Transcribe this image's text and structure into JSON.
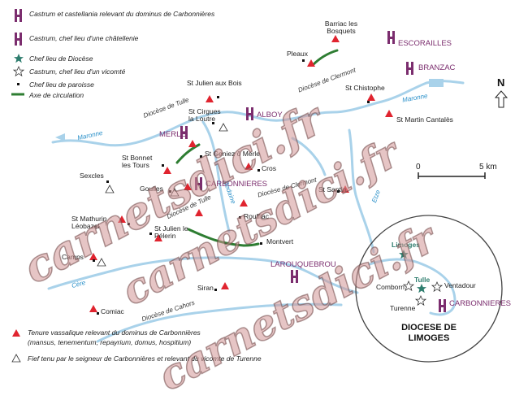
{
  "legend": {
    "castrum_castellania": "Castrum et castellania relevant du dominus de Carbonnières",
    "castrum_chatellenie": "Castrum, chef lieu d'une châtellenie",
    "chef_lieu_diocese": "Chef lieu de Diocèse",
    "castrum_vicomte": "Castrum, chef lieu d'un vicomté",
    "chef_lieu_paroisse": "Chef lieu de paroisse",
    "axe_circulation": "Axe de circulation",
    "tenure_line1": "Tenure vassalique relevant du dominus de Carbonnières",
    "tenure_line2": "(mansus, tenementum, repayrium, domus, hospitium)",
    "fief": "Fief tenu par le seigneur de Carbonnières et relevant du vicomte de Turenne"
  },
  "places": {
    "barriac": "Barriac les Bosquets",
    "pleaux": "Pleaux",
    "st_julien_bois": "St Julien aux Bois",
    "st_chistophe": "St Chistophe",
    "st_martin": "St Martin Cantalès",
    "st_cirgues": "St Cirgues la Loutre",
    "st_bonnet": "St Bonnet les Tours",
    "st_geniez": "St Geniez ô Merle",
    "cros": "Cros",
    "sexcles": "Sexcles",
    "goulles": "Goulles",
    "st_santin": "St Santin",
    "st_mathurin": "St Mathurin Léobazel",
    "st_julien_pelerin": "St Julien le Pélerin",
    "rouffiac": "Rouffiac",
    "montvert": "Montvert",
    "camps": "Camps",
    "siran": "Siran",
    "comiac": "Comiac"
  },
  "lordships": {
    "escorailles": "ESCORAILLES",
    "branzac": "BRANZAC",
    "alboy": "ALBOY",
    "merle": "MERLE",
    "carbonnieres": "CARBONNIERES",
    "larouquebrou": "LAROUQUEBROU"
  },
  "rivers": {
    "maronne_w": "Maronne",
    "maronne_e": "Maronne",
    "bedaine": "Bedaine",
    "etze": "Etze",
    "cere": "Cère"
  },
  "dioceses": {
    "tulle_1": "Diocèse de Tulle",
    "clermont_1": "Diocèse de Clermont",
    "tulle_2": "Diocèse de Tulle",
    "clermont_2": "Diocèse de Clermont",
    "cahors": "Diocèse de Cahors"
  },
  "scale": {
    "zero": "0",
    "five": "5 km"
  },
  "north": "N",
  "inset": {
    "title_line1": "DIOCESE DE",
    "title_line2": "LIMOGES",
    "limoges": "Limoges",
    "tulle": "Tulle",
    "comborn": "Comborn",
    "ventadour": "Ventadour",
    "turenne": "Turenne",
    "carbonnieres": "CARBONNIERES"
  },
  "watermark": "carnetsdici.fr",
  "colors": {
    "tower": "#7b2d6e",
    "triangle": "#e0242f",
    "river": "#a9d2ea",
    "road": "#2e7d32",
    "star": "#2e7d6e"
  }
}
